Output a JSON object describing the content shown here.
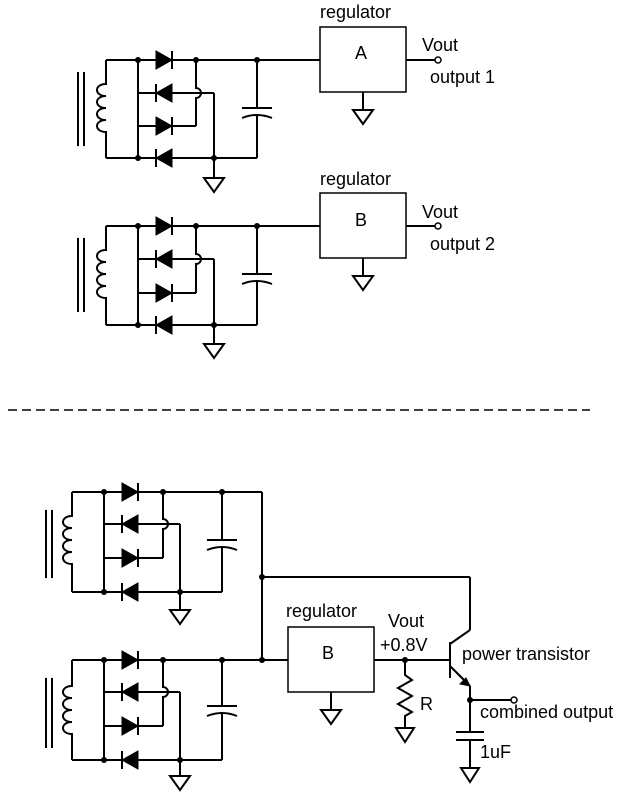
{
  "circuit1": {
    "regulator_label": "regulator",
    "box_label": "A",
    "vout_label": "Vout",
    "output_label": "output 1"
  },
  "circuit2": {
    "regulator_label": "regulator",
    "box_label": "B",
    "vout_label": "Vout",
    "output_label": "output 2"
  },
  "combined": {
    "regulator_label": "regulator",
    "box_label": "B",
    "vout_label": "Vout",
    "offset_label": "+0.8V",
    "resistor_label": "R",
    "transistor_label": "power transistor",
    "output_label": "combined output",
    "capacitor_label": "1uF"
  }
}
